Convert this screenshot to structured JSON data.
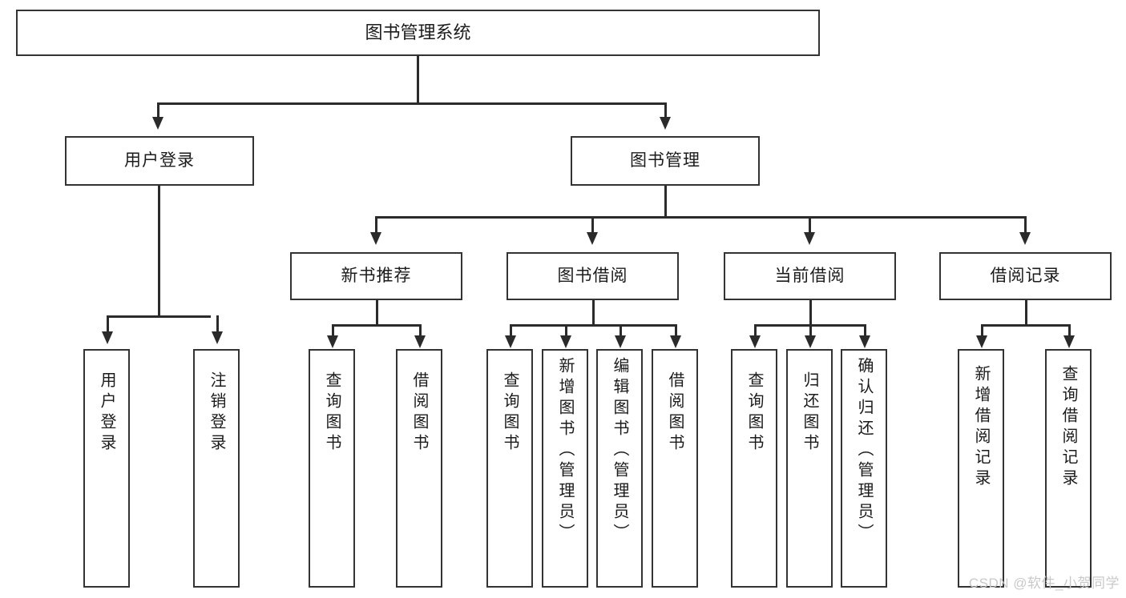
{
  "diagram": {
    "title": "图书管理系统",
    "type": "tree",
    "watermark": "CSDN @软件_小贺同学",
    "colors": {
      "box_border": "#333333",
      "box_fill": "#ffffff",
      "connector": "#2b2b2b",
      "text": "#1b1b1b",
      "watermark": "#c9c9c9"
    },
    "levels": {
      "root": "图书管理系统",
      "level2": [
        "用户登录",
        "图书管理"
      ],
      "level3": [
        "新书推荐",
        "图书借阅",
        "当前借阅",
        "借阅记录"
      ],
      "leaves": [
        "用户登录",
        "注销登录",
        "查询图书",
        "借阅图书",
        "查询图书",
        "新增图书（管理员）",
        "编辑图书（管理员）",
        "借阅图书",
        "查询图书",
        "归还图书",
        "确认归还（管理员）",
        "新增借阅记录",
        "查询借阅记录"
      ]
    },
    "nodes": {
      "root": {
        "label": "图书管理系统"
      },
      "user_login": {
        "label": "用户登录"
      },
      "book_manage": {
        "label": "图书管理"
      },
      "new_book_rec": {
        "label": "新书推荐"
      },
      "book_borrow": {
        "label": "图书借阅"
      },
      "current_borrow": {
        "label": "当前借阅"
      },
      "borrow_record": {
        "label": "借阅记录"
      },
      "leaf_user_login": {
        "label": "用户登录"
      },
      "leaf_logout": {
        "label": "注销登录"
      },
      "leaf_query_book_a": {
        "label": "查询图书"
      },
      "leaf_borrow_book_a": {
        "label": "借阅图书"
      },
      "leaf_query_book_b": {
        "label": "查询图书"
      },
      "leaf_add_book": {
        "label": "新增图书（管理员）"
      },
      "leaf_edit_book": {
        "label": "编辑图书（管理员）"
      },
      "leaf_borrow_book_b": {
        "label": "借阅图书"
      },
      "leaf_query_book_c": {
        "label": "查询图书"
      },
      "leaf_return_book": {
        "label": "归还图书"
      },
      "leaf_confirm_return": {
        "label": "确认归还（管理员）"
      },
      "leaf_add_record": {
        "label": "新增借阅记录"
      },
      "leaf_query_record": {
        "label": "查询借阅记录"
      }
    }
  }
}
